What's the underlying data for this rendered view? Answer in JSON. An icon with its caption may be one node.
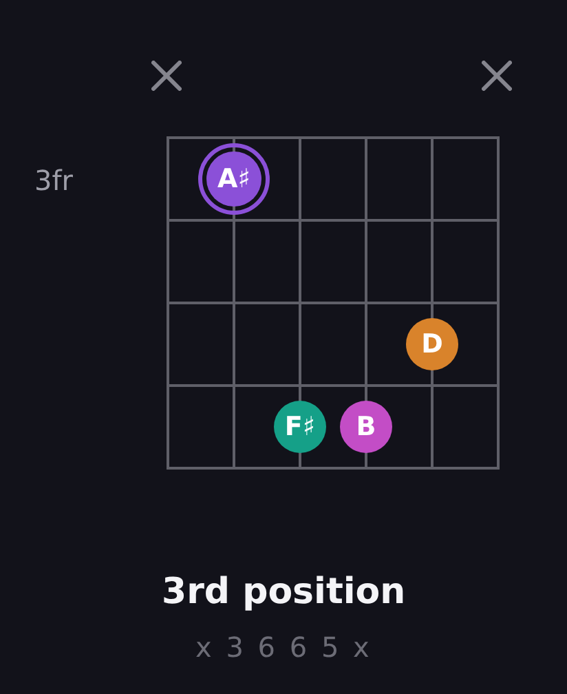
{
  "diagram": {
    "title": "3rd position",
    "nodes": [
      {
        "text": [
          "A♯"
        ]
      },
      {
        "text": [
          "D"
        ]
      },
      {
        "text": [
          "F♯"
        ]
      },
      {
        "text": [
          "B"
        ]
      }
    ],
    "labels": [
      "3fr",
      "x 3 6 6 5 x"
    ]
  }
}
